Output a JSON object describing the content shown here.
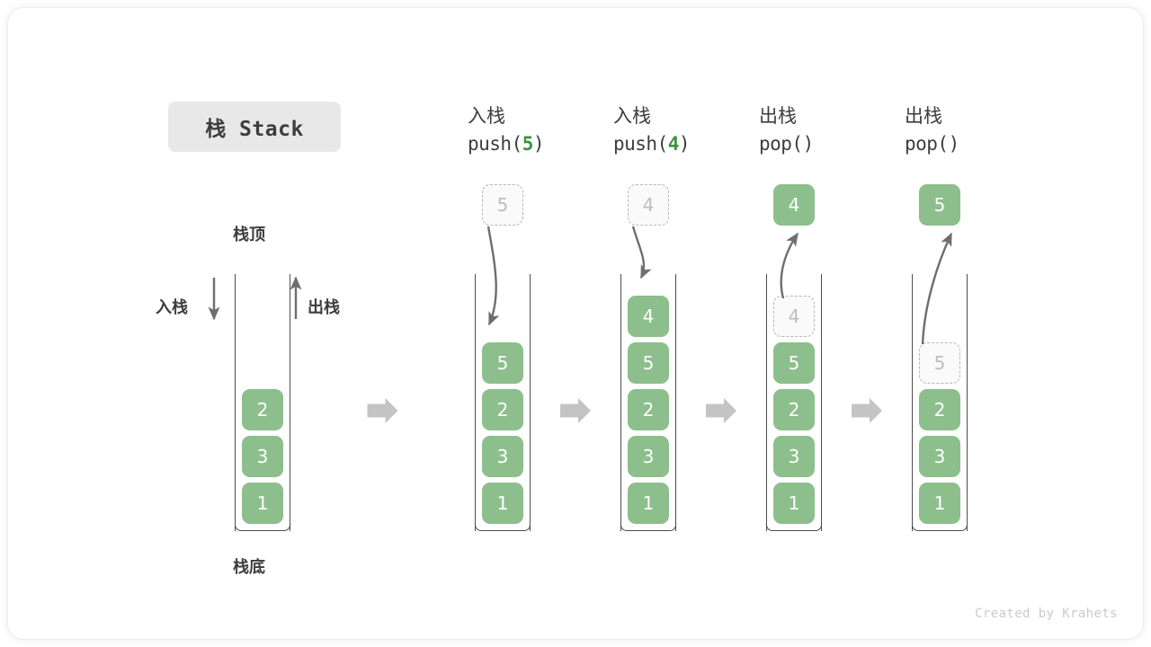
{
  "title": {
    "text": "栈 Stack"
  },
  "labels": {
    "top": "栈顶",
    "bottom": "栈底",
    "push_side": "入栈",
    "pop_side": "出栈"
  },
  "credit": "Created by Krahets",
  "colors": {
    "element_fill": "#8cbf8c",
    "element_text": "#ffffff",
    "ghost_border": "#b8b8b8",
    "ghost_text": "#bdbdbd",
    "arrow_gray": "#6e6e6e",
    "step_arrow": "#c4c4c4",
    "accent_green": "#3f9142",
    "title_chip_bg": "#e8e8e8",
    "text": "#3d3d3d"
  },
  "columns": [
    {
      "id": "initial",
      "head_line1": "",
      "head_line2": "",
      "op": "none",
      "stack": [
        "2",
        "3",
        "1"
      ],
      "floating": null,
      "ghost_in_stack": null
    },
    {
      "id": "push-5",
      "head_line1": "入栈",
      "head_line2_prefix": "push(",
      "head_line2_arg": "5",
      "head_line2_suffix": ")",
      "op": "push",
      "operand": "5",
      "stack": [
        "5",
        "2",
        "3",
        "1"
      ],
      "floating": {
        "value": "5",
        "style": "ghost"
      },
      "ghost_in_stack": null
    },
    {
      "id": "push-4",
      "head_line1": "入栈",
      "head_line2_prefix": "push(",
      "head_line2_arg": "4",
      "head_line2_suffix": ")",
      "op": "push",
      "operand": "4",
      "stack": [
        "4",
        "5",
        "2",
        "3",
        "1"
      ],
      "floating": {
        "value": "4",
        "style": "ghost"
      },
      "ghost_in_stack": null
    },
    {
      "id": "pop-4",
      "head_line1": "出栈",
      "head_line2_prefix": "pop(",
      "head_line2_arg": "",
      "head_line2_suffix": ")",
      "op": "pop",
      "operand": "4",
      "stack": [
        "5",
        "2",
        "3",
        "1"
      ],
      "floating": {
        "value": "4",
        "style": "solid"
      },
      "ghost_in_stack": {
        "value": "4",
        "slot": 0
      }
    },
    {
      "id": "pop-5",
      "head_line1": "出栈",
      "head_line2_prefix": "pop(",
      "head_line2_arg": "",
      "head_line2_suffix": ")",
      "op": "pop",
      "operand": "5",
      "stack": [
        "2",
        "3",
        "1"
      ],
      "floating": {
        "value": "5",
        "style": "solid"
      },
      "ghost_in_stack": {
        "value": "5",
        "slot": 1
      }
    }
  ],
  "step_arrows": 4
}
